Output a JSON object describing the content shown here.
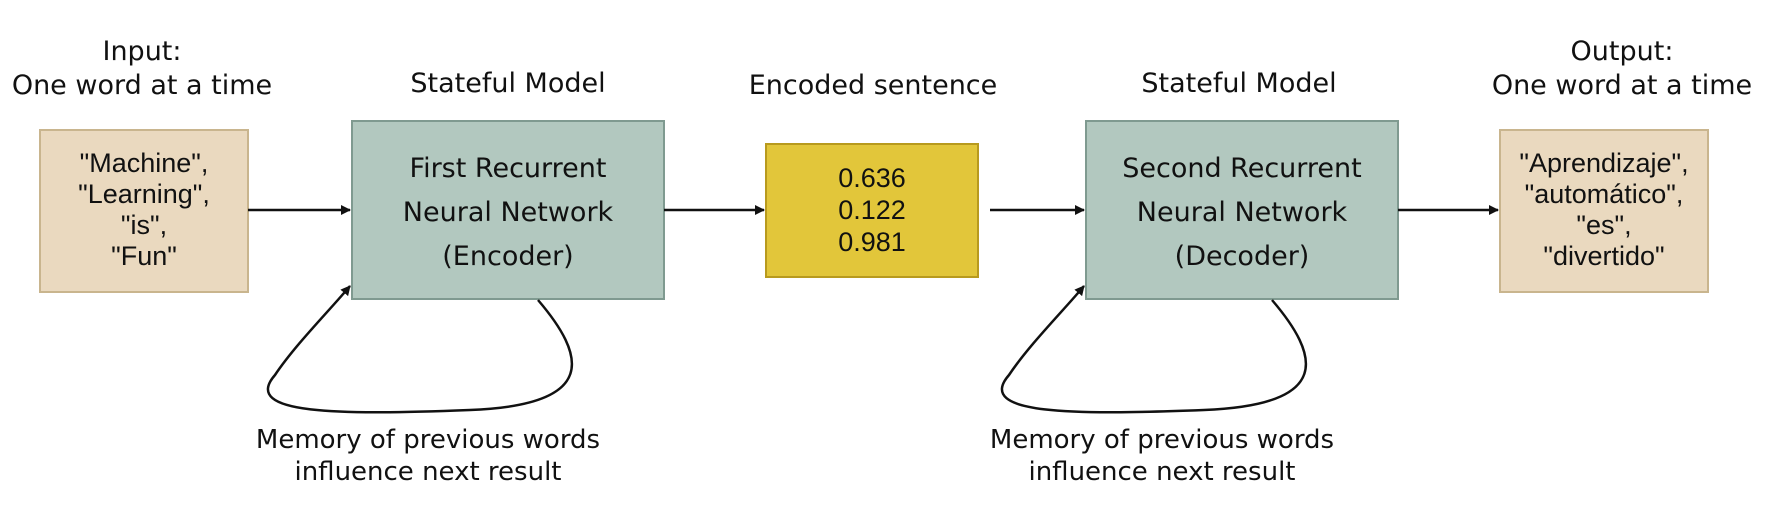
{
  "input": {
    "heading": [
      "Input:",
      "One word at a time"
    ],
    "words": [
      "\"Machine\",",
      "\"Learning\",",
      "\"is\",",
      "\"Fun\""
    ]
  },
  "encoder": {
    "heading": "Stateful Model",
    "lines": [
      "First Recurrent",
      "Neural Network",
      "(Encoder)"
    ],
    "memory_caption": [
      "Memory of previous words",
      "influence next result"
    ]
  },
  "encoded": {
    "heading": "Encoded sentence",
    "values": [
      "0.636",
      "0.122",
      "0.981"
    ]
  },
  "decoder": {
    "heading": "Stateful Model",
    "lines": [
      "Second Recurrent",
      "Neural Network",
      "(Decoder)"
    ],
    "memory_caption": [
      "Memory of previous words",
      "influence next result"
    ]
  },
  "output": {
    "heading": [
      "Output:",
      "One word at a time"
    ],
    "words": [
      "\"Aprendizaje\",",
      "\"automático\",",
      "\"es\",",
      "\"divertido\""
    ]
  },
  "colors": {
    "io_fill": "#ead9bf",
    "io_stroke": "#c9b58e",
    "rnn_fill": "#b2c8bf",
    "rnn_stroke": "#7f9a90",
    "encoded_fill": "#e2c63a",
    "encoded_stroke": "#b89a1e",
    "line": "#111111"
  }
}
